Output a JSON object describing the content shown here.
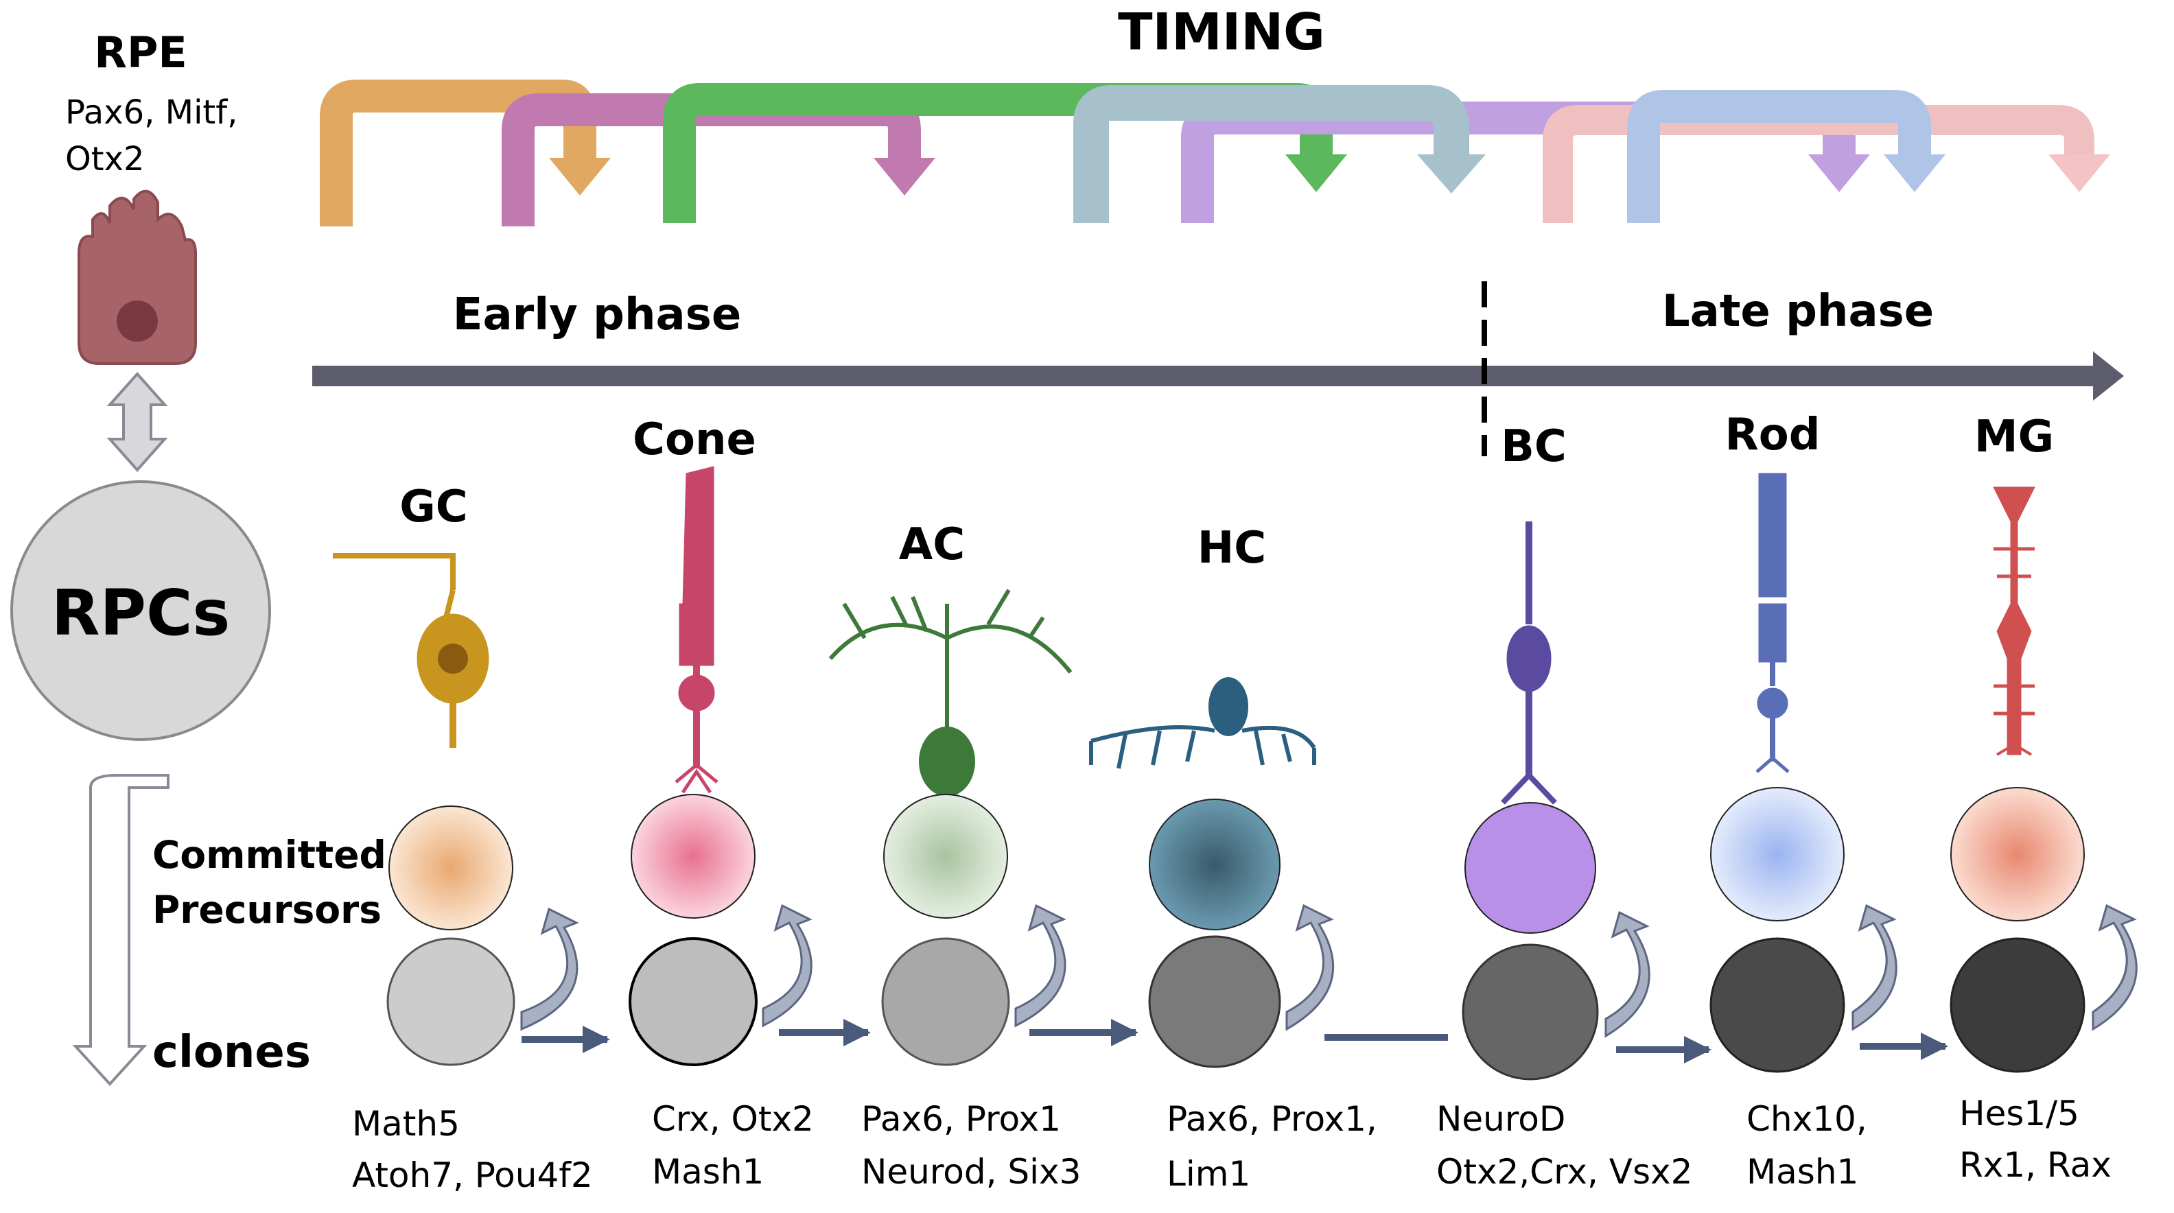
{
  "timing_title": "TIMING",
  "rpe": {
    "title": "RPE",
    "genes_line1": "Pax6, Mitf,",
    "genes_line2": "Otx2"
  },
  "rpc": {
    "label": "RPCs"
  },
  "phases": {
    "early": "Early phase",
    "late": "Late phase"
  },
  "left_labels": {
    "committed_line1": "Committed",
    "committed_line2": "Precursors",
    "clones": "clones"
  },
  "cells": [
    {
      "name": "GC",
      "gene_line1": "Math5",
      "gene_line2": "Atoh7, Pou4f2",
      "neuron_color": "#c8961e",
      "precursor_color": "#f2c9a0",
      "clone_color": "#cccccc"
    },
    {
      "name": "Cone",
      "gene_line1": "Crx, Otx2",
      "gene_line2": "Mash1",
      "neuron_color": "#c8456a",
      "precursor_color": "#f0a0b4",
      "clone_color": "#bdbdbd"
    },
    {
      "name": "AC",
      "gene_line1": "Pax6, Prox1",
      "gene_line2": "Neurod, Six3",
      "neuron_color": "#3d7a3a",
      "precursor_color": "#c8dcc0",
      "clone_color": "#a8a8a8"
    },
    {
      "name": "HC",
      "gene_line1": "Pax6, Prox1,",
      "gene_line2": "Lim1",
      "neuron_color": "#2a5f80",
      "precursor_color": "#3f6e86",
      "clone_color": "#7a7a7a"
    },
    {
      "name": "BC",
      "gene_line1": "NeuroD",
      "gene_line2": "Otx2,Crx, Vsx2",
      "neuron_color": "#5a4aa0",
      "precursor_color": "#b48ee0",
      "clone_color": "#666666"
    },
    {
      "name": "Rod",
      "gene_line1": "Chx10,",
      "gene_line2": "Mash1",
      "neuron_color": "#5a6eb8",
      "precursor_color": "#c0d0f4",
      "clone_color": "#4a4a4a"
    },
    {
      "name": "MG",
      "gene_line1": "Hes1/5",
      "gene_line2": "Rx1, Rax",
      "neuron_color": "#d05050",
      "precursor_color": "#f4b0a0",
      "clone_color": "#3c3c3c"
    }
  ],
  "timing_arrow_colors": [
    "#e0a860",
    "#c07ab0",
    "#5cb85c",
    "#a6c0cc",
    "#c0a0e0",
    "#f0c0c0",
    "#b0c4e8",
    "#f4c4c4"
  ]
}
